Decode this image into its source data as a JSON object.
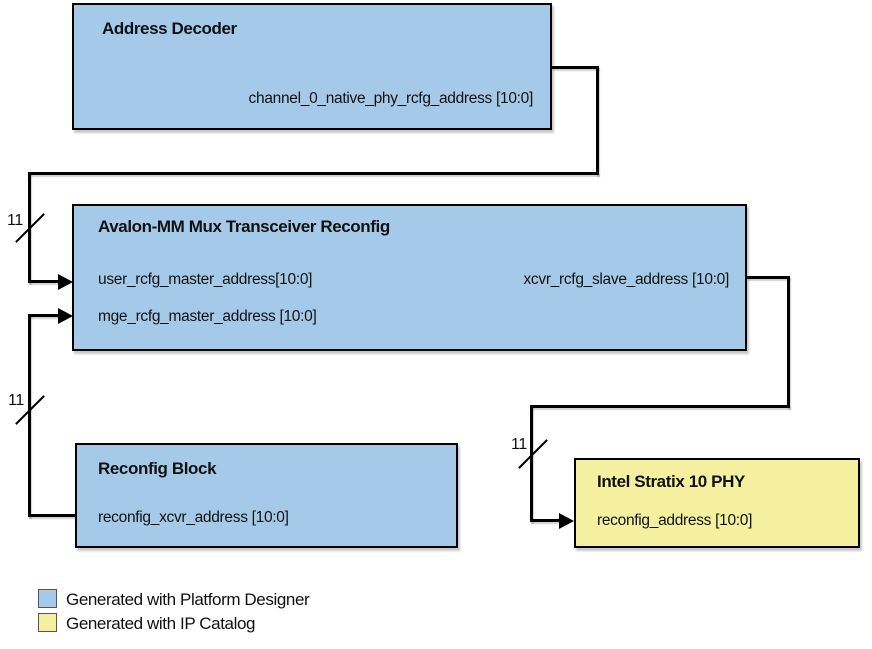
{
  "colors": {
    "platform_designer_fill": "#a5cae9",
    "ip_catalog_fill": "#f5f0a0",
    "line": "#000000"
  },
  "blocks": {
    "address_decoder": {
      "title": "Address Decoder",
      "output_port": "channel_0_native_phy_rcfg_address [10:0]"
    },
    "avalon_mux": {
      "title": "Avalon-MM Mux Transceiver Reconfig",
      "input_port_user": "user_rcfg_master_address[10:0]",
      "input_port_mge": "mge_rcfg_master_address [10:0]",
      "output_port": "xcvr_rcfg_slave_address [10:0]"
    },
    "reconfig_block": {
      "title": "Reconfig Block",
      "output_port": "reconfig_xcvr_address [10:0]"
    },
    "stratix_phy": {
      "title": "Intel Stratix 10 PHY",
      "input_port": "reconfig_address [10:0]"
    }
  },
  "bus_width_labels": {
    "user_path": "11",
    "mge_path": "11",
    "phy_path": "11"
  },
  "legend": {
    "items": [
      {
        "swatch_color": "#a5cae9",
        "label": "Generated with Platform Designer"
      },
      {
        "swatch_color": "#f5f0a0",
        "label": "Generated with IP Catalog"
      }
    ]
  }
}
